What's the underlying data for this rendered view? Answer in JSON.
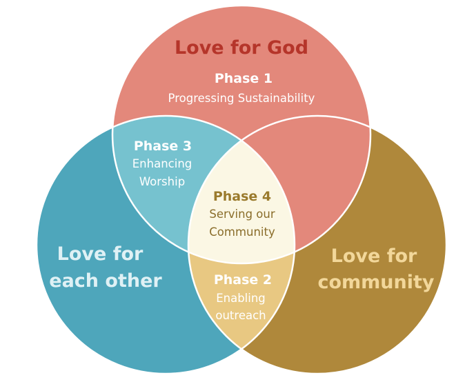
{
  "circles": {
    "god": {
      "title": "Love for God",
      "fill": "#e3887b",
      "text_color": "#b5352a"
    },
    "each_other": {
      "title_line1": "Love for",
      "title_line2": "each other",
      "fill": "#4ea6bb",
      "text_color": "#dff1f5"
    },
    "community": {
      "title_line1": "Love for",
      "title_line2": "community",
      "fill": "#af883b",
      "text_color": "#f2d79a"
    }
  },
  "overlaps": {
    "god_each_other": {
      "fill": "#76c2cf"
    },
    "god_community": {
      "fill": "#e3887b"
    },
    "each_other_community": {
      "fill": "#e8c882"
    },
    "center": {
      "fill": "#fbf7e4"
    }
  },
  "phases": {
    "phase1": {
      "title": "Phase 1",
      "line1": "Progressing Sustainability",
      "text_color": "#ffffff"
    },
    "phase2": {
      "title": "Phase 2",
      "line1": "Enabling",
      "line2": "outreach",
      "text_color": "#ffffff"
    },
    "phase3": {
      "title": "Phase 3",
      "line1": "Enhancing",
      "line2": "Worship",
      "text_color": "#ffffff"
    },
    "phase4": {
      "title": "Phase 4",
      "line1": "Serving our",
      "line2": "Community",
      "title_color": "#9a7a2c",
      "text_color": "#8a6d2a"
    }
  },
  "outline_color": "#ffffff"
}
